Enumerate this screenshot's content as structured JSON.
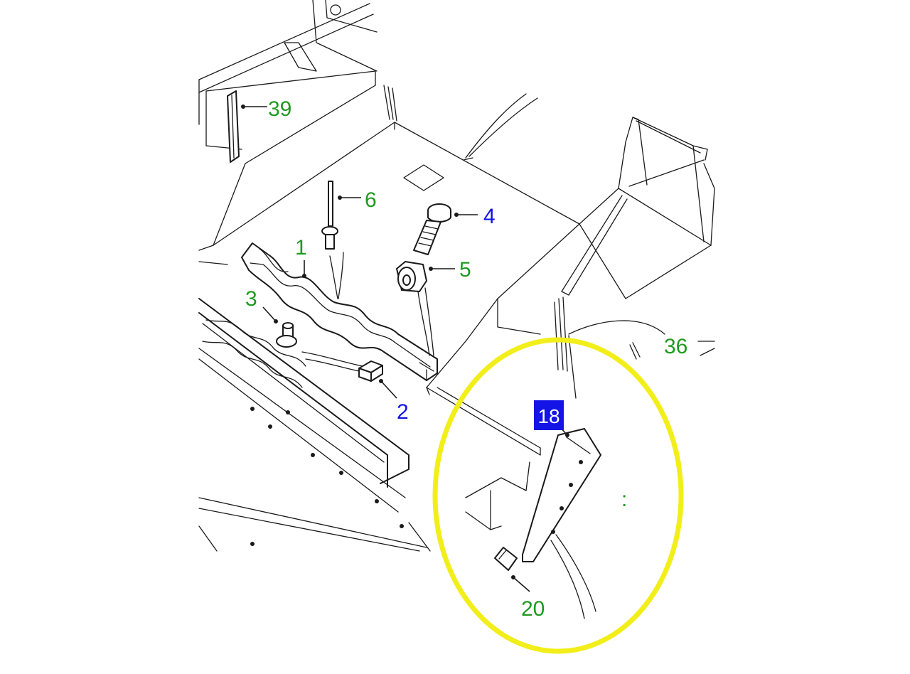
{
  "colors": {
    "callout_green": "#1f9a1f",
    "callout_blue": "#1414e6",
    "highlight_ring": "#f2ee1a",
    "selected_box": "#1414e6",
    "line_art": "#1a1a1a"
  },
  "callouts": {
    "c39": "39",
    "c6": "6",
    "c4": "4",
    "c1": "1",
    "c5": "5",
    "c3": "3",
    "c2": "2",
    "c36": "36",
    "c18": "18",
    "c20": "20",
    "partial": ":"
  }
}
